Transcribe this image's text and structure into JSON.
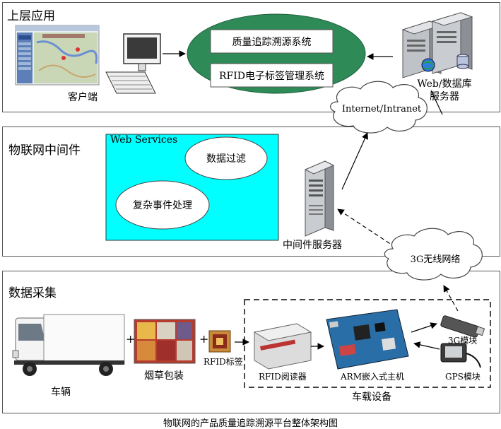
{
  "layers": {
    "top": "上层应用",
    "middleware": "物联网中间件",
    "collection": "数据采集"
  },
  "top": {
    "client_label": "客户端",
    "app1": "质量追踪溯源系统",
    "app2": "RFID电子标签管理系统",
    "server_line1": "Web/数据库",
    "server_line2": "服务器"
  },
  "network": {
    "internet": "Internet/Intranet",
    "wireless": "3G无线网络"
  },
  "middleware": {
    "ws_title": "Web Services",
    "filter": "数据过滤",
    "complex_event": "复杂事件处理",
    "server_label": "中间件服务器"
  },
  "collection": {
    "truck": "车辆",
    "plus1": "+",
    "tobacco": "烟草包装",
    "plus2": "+",
    "tag": "RFID标签",
    "reader": "RFID阅读器",
    "arm": "ARM嵌入式主机",
    "module3g": "3G模块",
    "gps": "GPS模块",
    "onboard": "车载设备"
  },
  "caption": "物联网的产品质量追踪溯源平台整体架构图",
  "colors": {
    "ellipse_green": "#2e8b57",
    "webservices_cyan": "#00ffff"
  }
}
